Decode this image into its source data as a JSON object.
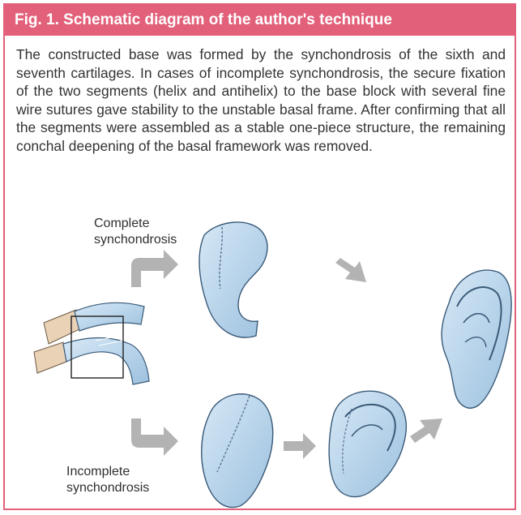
{
  "figure": {
    "title": "Fig. 1. Schematic diagram of the author's technique",
    "caption": "The constructed base was formed by the synchondrosis of the sixth and seventh cartilages. In cases of incomplete synchondrosis, the secure fixation of the two segments (helix and antihelix) to the base block with several fine wire sutures gave stability to the unstable basal frame. After confirming that all the segments were assembled as a stable one-piece structure, the remaining conchal deepening of the basal framework was removed.",
    "labels": {
      "complete_line1": "Complete",
      "complete_line2": "synchondrosis",
      "incomplete_line1": "Incomplete",
      "incomplete_line2": "synchondrosis"
    }
  },
  "colors": {
    "accent": "#e2607a",
    "cartilage_fill": "#b7d3ea",
    "cartilage_stroke": "#3a5a78",
    "arrow_fill": "#b3b3b3",
    "skin": "#e9d2b6"
  }
}
